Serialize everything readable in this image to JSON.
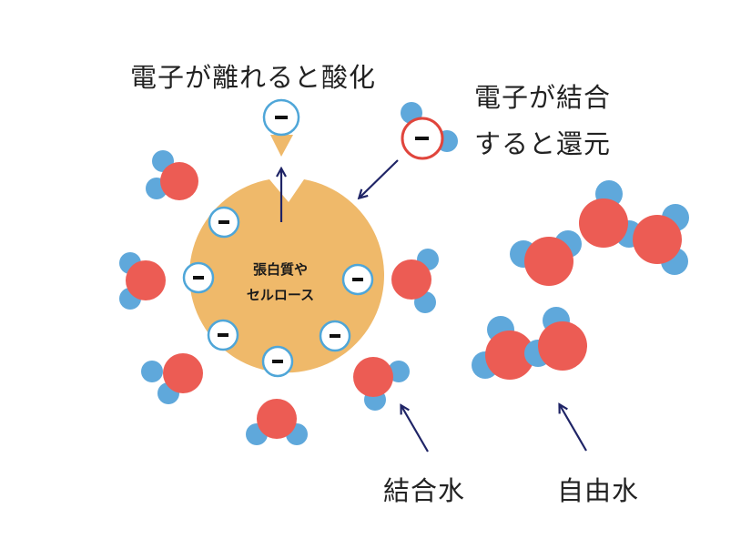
{
  "labels": {
    "oxidation": "電子が離れると酸化",
    "reduction_line1": "電子が結合",
    "reduction_line2": "すると還元",
    "core_line1": "張白質や",
    "core_line2": "セルロース",
    "bound_water": "結合水",
    "free_water": "自由水"
  },
  "electron_symbol": "−",
  "colors": {
    "core": "#EFB96A",
    "oxygen": "#EC5C54",
    "hydrogen": "#5FA8DB",
    "electron_ring": "#4FA6D8",
    "reduced_ring": "#E0453C",
    "arrow": "#1F2466",
    "text": "#222222"
  },
  "icons": [
    "electron-icon",
    "water-molecule-icon",
    "arrow-icon"
  ]
}
